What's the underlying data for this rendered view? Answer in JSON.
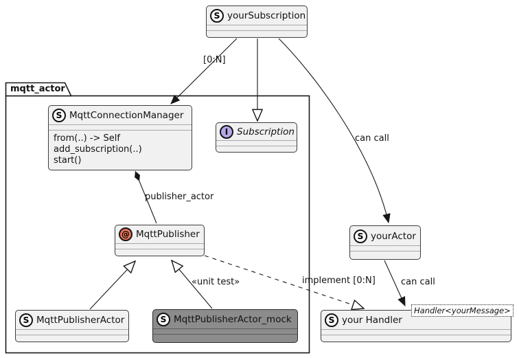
{
  "package": {
    "label": "mqtt_actor"
  },
  "classes": {
    "your_subscription": {
      "spot": "S",
      "name": "yourSubscription"
    },
    "mqtt_connection_manager": {
      "spot": "S",
      "name": "MqttConnectionManager",
      "methods": [
        "from(..) -> Self",
        "add_subscription(..)",
        "start()"
      ]
    },
    "subscription": {
      "spot": "I",
      "name": "Subscription"
    },
    "mqtt_publisher": {
      "spot": "@",
      "name": "MqttPublisher"
    },
    "mqtt_publisher_actor": {
      "spot": "S",
      "name": "MqttPublisherActor"
    },
    "mqtt_publisher_actor_mock": {
      "spot": "S",
      "name": "MqttPublisherActor_mock"
    },
    "your_actor": {
      "spot": "S",
      "name": "yourActor"
    },
    "your_handler": {
      "spot": "S",
      "name": "your Handler",
      "generic": "Handler<yourMessage>"
    }
  },
  "edges": {
    "subscription_multiplicity": "[0:N]",
    "can_call_actor": "can call",
    "publisher_actor": "publisher_actor",
    "unit_test_stereotype": "«unit test»",
    "implement": "implement [0:N]",
    "can_call_handler": "can call"
  },
  "colors": {
    "class_fill": "#f1f1f1",
    "border": "#3d3d3d",
    "spot_s_fill": "#fcfcfc",
    "spot_interface_fill": "#b6a8e8",
    "spot_annotation_fill": "#e8765a",
    "mock_fill": "#8c8c8c"
  }
}
